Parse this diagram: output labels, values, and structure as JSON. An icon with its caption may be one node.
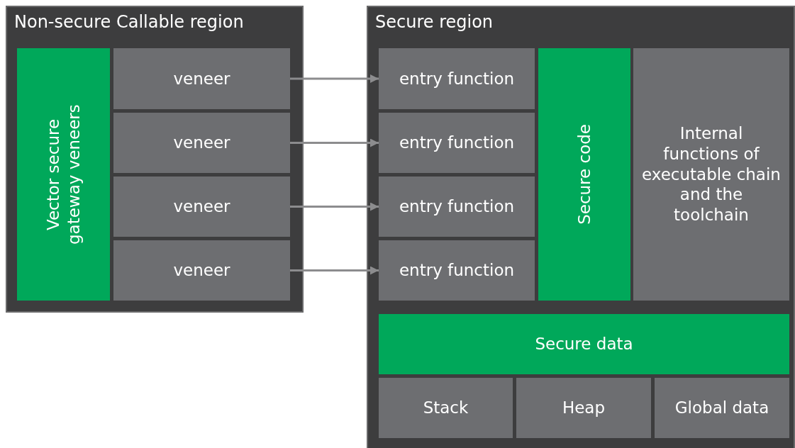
{
  "diagram": {
    "nodes": [
      {
        "text": [
          "Non-secure Callable region"
        ]
      },
      {
        "text": [
          "Vector secure gateway veneers"
        ],
        "in": 0
      },
      {
        "text": [
          "veneer"
        ],
        "in": 0
      },
      {
        "text": [
          "veneer"
        ],
        "in": 0
      },
      {
        "text": [
          "veneer"
        ],
        "in": 0
      },
      {
        "text": [
          "veneer"
        ],
        "in": 0
      },
      {
        "text": [
          "Secure region"
        ]
      },
      {
        "text": [
          "entry function"
        ],
        "in": 6
      },
      {
        "text": [
          "entry function"
        ],
        "in": 6
      },
      {
        "text": [
          "entry function"
        ],
        "in": 6
      },
      {
        "text": [
          "entry function"
        ],
        "in": 6
      },
      {
        "text": [
          "Secure code"
        ],
        "in": 6
      },
      {
        "text": [
          "Internal functions of executable chain and the toolchain"
        ],
        "in": 6
      },
      {
        "text": [
          "Secure data"
        ],
        "in": 6
      },
      {
        "text": [
          "Stack"
        ],
        "in": 6
      },
      {
        "text": [
          "Heap"
        ],
        "in": 6
      },
      {
        "text": [
          "Global data"
        ],
        "in": 6
      }
    ],
    "edges": [
      {
        "from": 2,
        "to": 7,
        "arrow": "to"
      },
      {
        "from": 3,
        "to": 8,
        "arrow": "to"
      },
      {
        "from": 4,
        "to": 9,
        "arrow": "to"
      },
      {
        "from": 5,
        "to": 10,
        "arrow": "to"
      }
    ]
  }
}
